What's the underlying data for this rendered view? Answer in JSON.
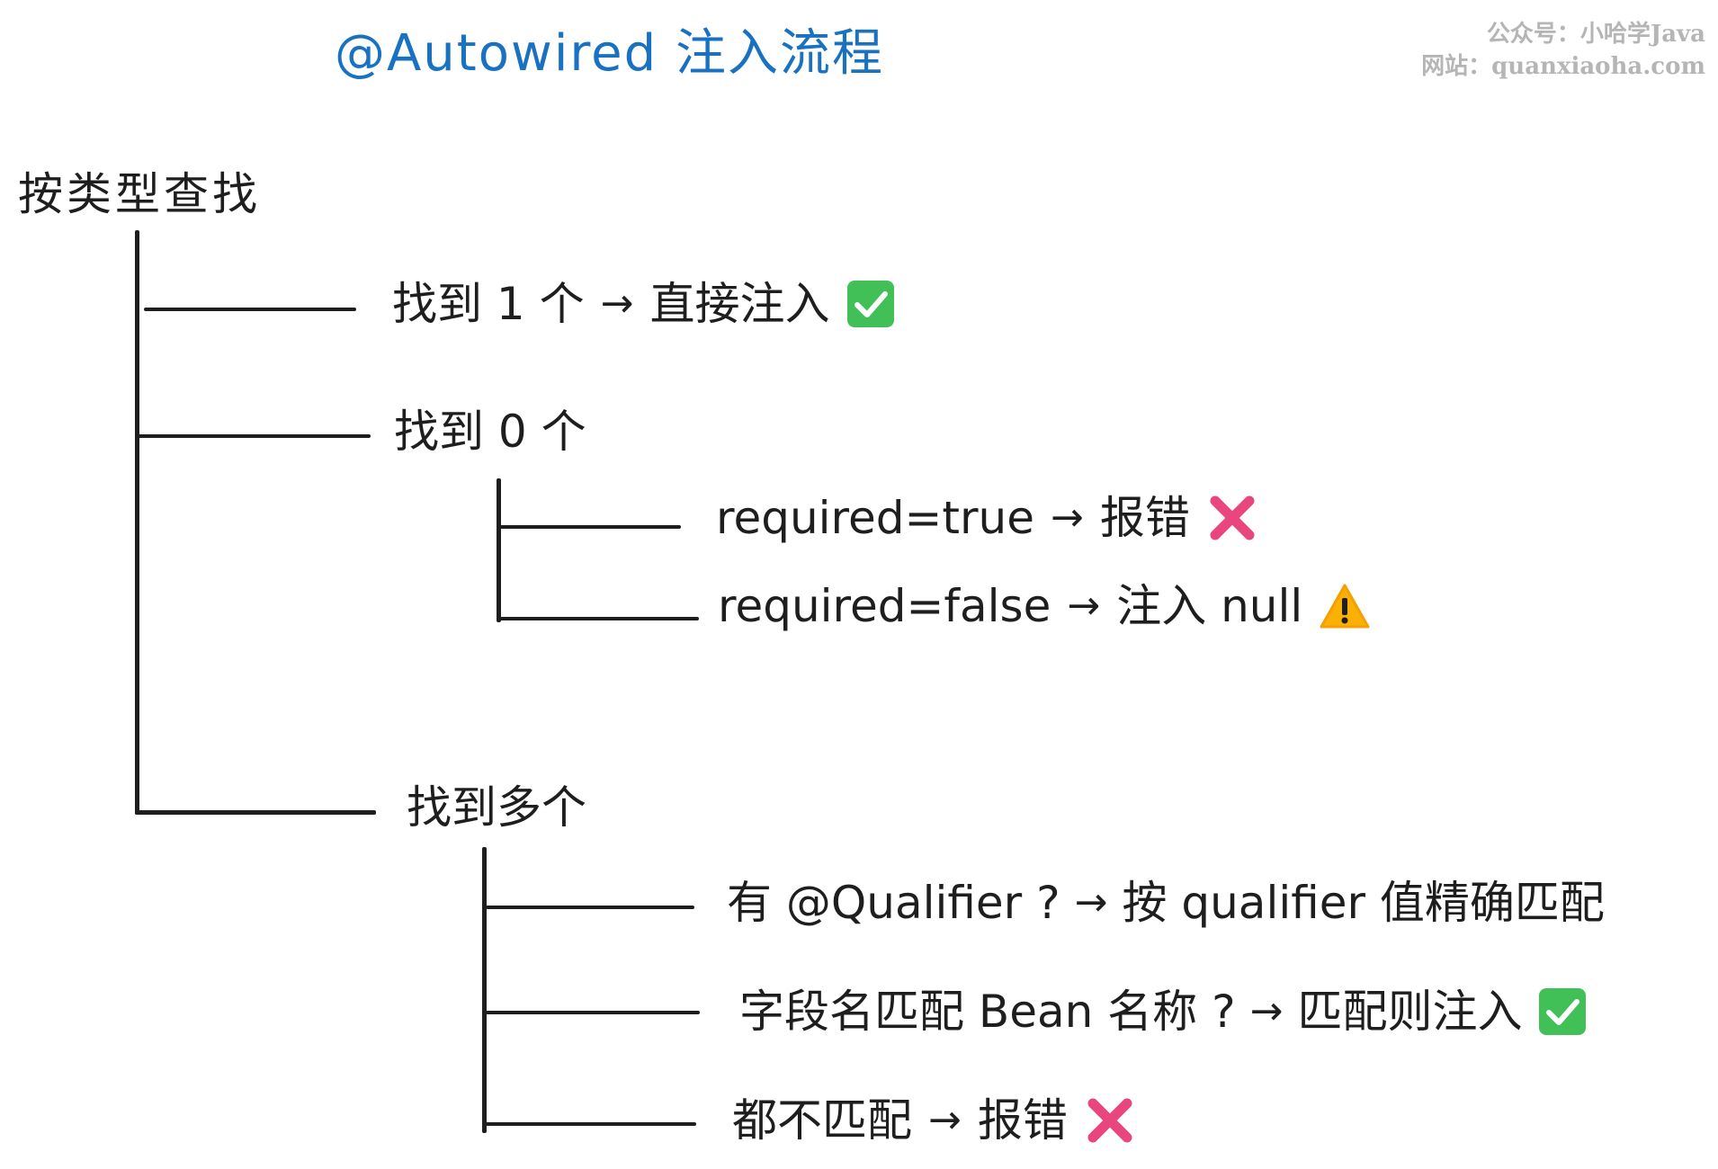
{
  "title": "@Autowired 注入流程",
  "watermark": {
    "line1": "公众号：小哈学Java",
    "line2": "网站：quanxiaoha.com"
  },
  "root": {
    "label": "按类型查找"
  },
  "branches": {
    "found_one": {
      "label": "找到 1 个",
      "arrow": "→",
      "result": "直接注入",
      "icon": "check-icon"
    },
    "found_zero": {
      "label": "找到 0 个",
      "children": [
        {
          "label": "required=true",
          "arrow": "→",
          "result": "报错",
          "icon": "cross-icon"
        },
        {
          "label": "required=false",
          "arrow": "→",
          "result": "注入 null",
          "icon": "warning-icon"
        }
      ]
    },
    "found_many": {
      "label": "找到多个",
      "children": [
        {
          "label": "有 @Qualifier ?",
          "arrow": "→",
          "result": "按 qualifier 值精确匹配"
        },
        {
          "label": "字段名匹配 Bean 名称 ?",
          "arrow": "→",
          "result": "匹配则注入",
          "icon": "check-icon"
        },
        {
          "label": "都不匹配",
          "arrow": "→",
          "result": "报错",
          "icon": "cross-icon"
        }
      ]
    }
  },
  "colors": {
    "title": "#1971c2",
    "check": "#40c057",
    "cross": "#e8467c",
    "warning": "#fab005",
    "stroke": "#1e1e1e",
    "watermark": "#b5b5b5"
  }
}
